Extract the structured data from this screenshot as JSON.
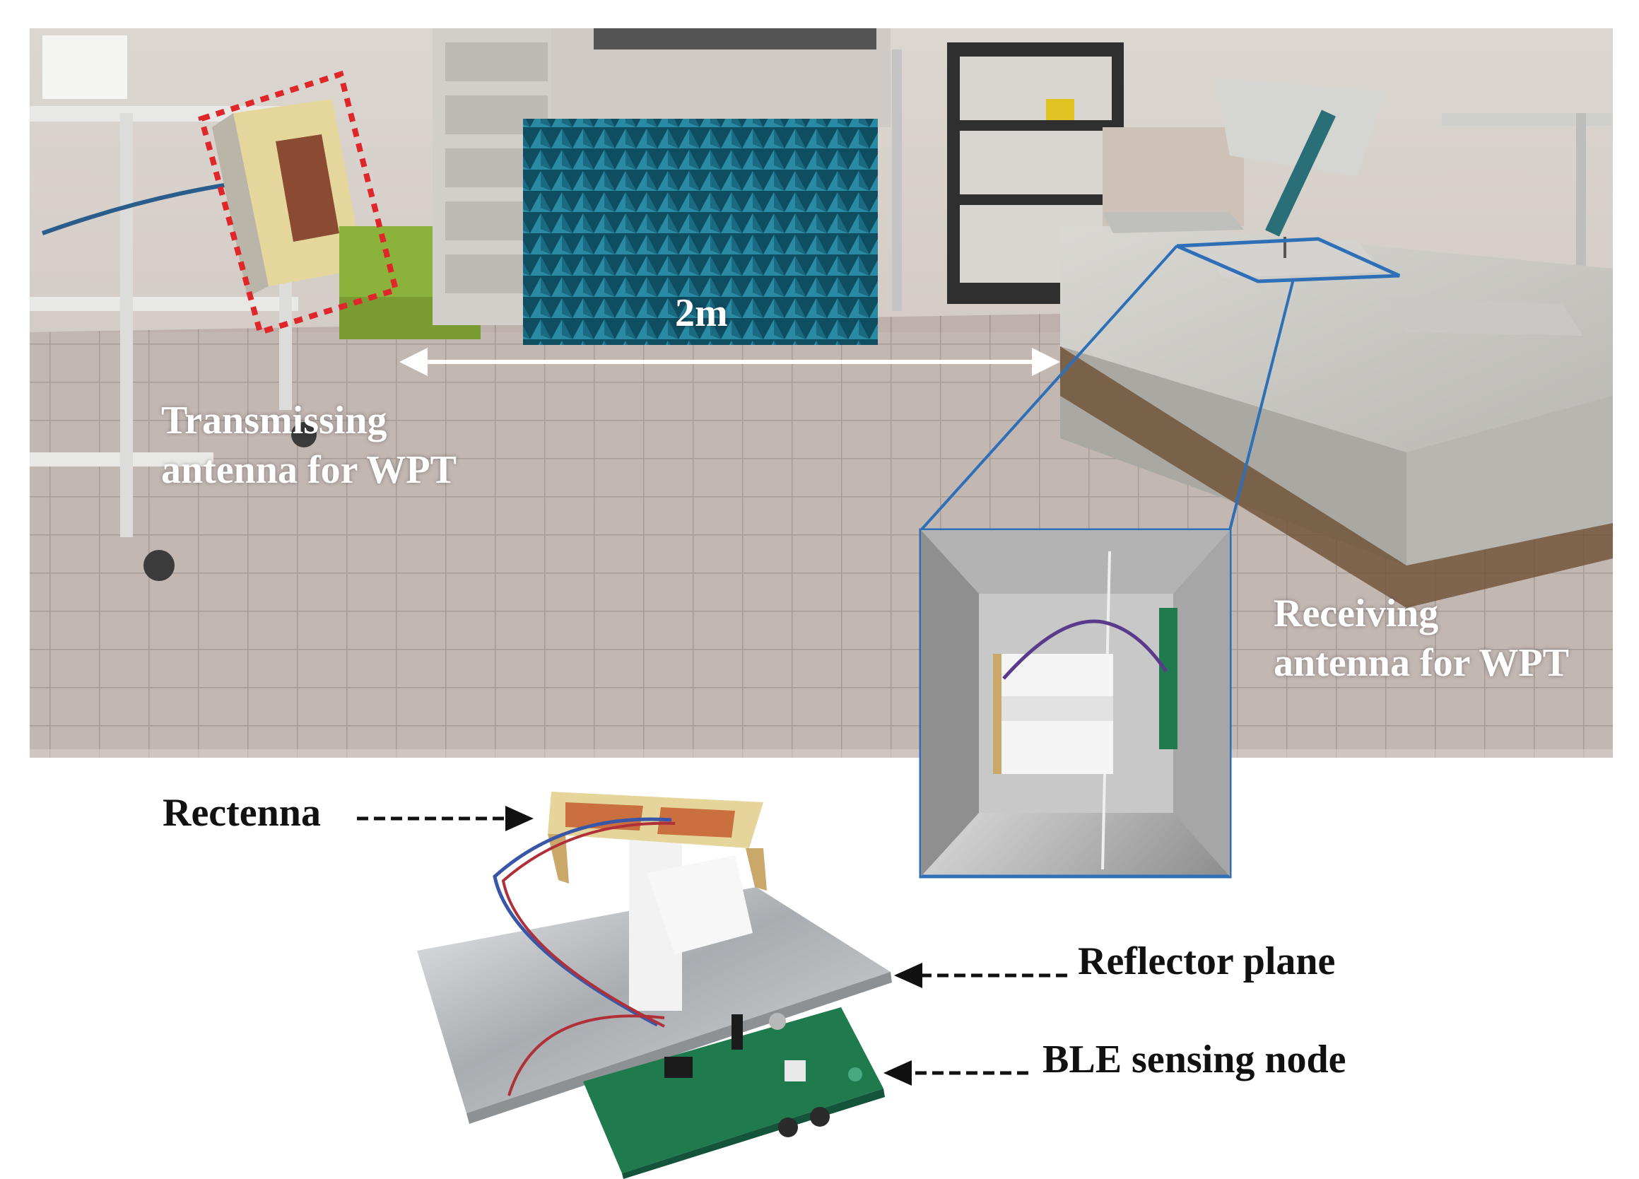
{
  "labels": {
    "distance": "2m",
    "transmitting_line1": "Transmissing",
    "transmitting_line2": "antenna for WPT",
    "receiving_line1": "Receiving",
    "receiving_line2": "antenna for WPT",
    "rectenna": "Rectenna",
    "reflector": "Reflector plane",
    "ble": "BLE sensing node"
  },
  "colors": {
    "highlight_red": "#e0262b",
    "highlight_blue": "#2f6fb8",
    "absorber_teal": "#1b6f86",
    "pcb_green": "#1f7a4e",
    "floor_tile": "#b9aca7",
    "concrete": "#c9c8c4"
  }
}
